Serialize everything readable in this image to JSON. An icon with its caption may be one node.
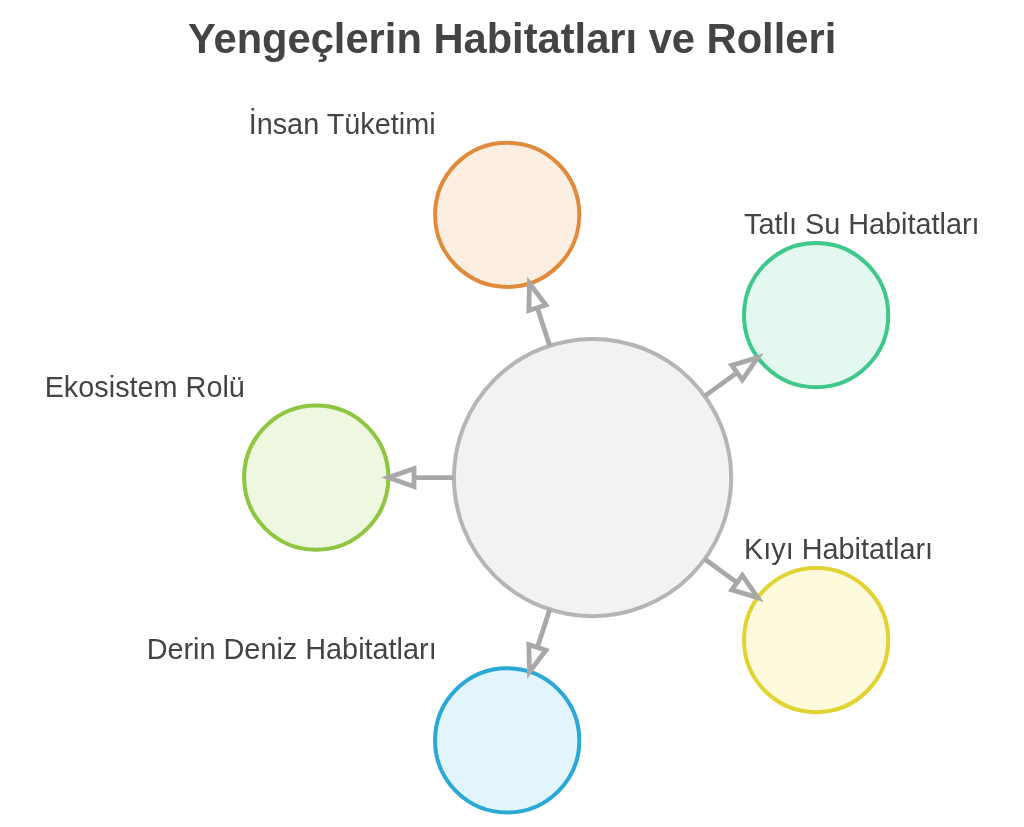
{
  "diagram": {
    "title": "Yengeçlerin Habitatları ve Rolleri",
    "nodes": [
      {
        "text": [],
        "shape": "circle",
        "beside": [
          "İnsan Tüketimi"
        ]
      },
      {
        "text": [],
        "shape": "circle",
        "beside": [
          "Tatlı Su Habitatları"
        ]
      },
      {
        "text": [],
        "shape": "circle"
      },
      {
        "text": [],
        "shape": "circle",
        "beside": [
          "Ekosistem Rolü"
        ]
      },
      {
        "text": [],
        "shape": "circle",
        "beside": [
          "Kıyı Habitatları"
        ]
      },
      {
        "text": [],
        "shape": "circle",
        "beside": [
          "Derin Deniz Habitatları"
        ]
      }
    ],
    "edges": [
      {
        "from": 2,
        "to": 0,
        "arrow": "to"
      },
      {
        "from": 2,
        "to": 1,
        "arrow": "to"
      },
      {
        "from": 2,
        "to": 3,
        "arrow": "to"
      },
      {
        "from": 2,
        "to": 4,
        "arrow": "to"
      },
      {
        "from": 2,
        "to": 5,
        "arrow": "to"
      }
    ]
  }
}
